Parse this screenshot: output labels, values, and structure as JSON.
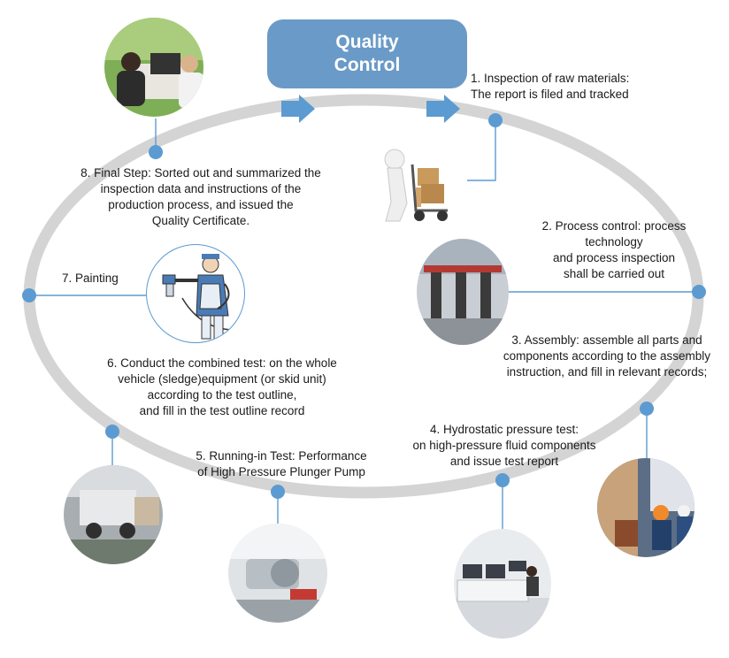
{
  "title": {
    "line1": "Quality",
    "line2": "Control"
  },
  "steps": [
    {
      "lines": [
        "1. Inspection of raw materials:",
        "The report is filed and tracked"
      ]
    },
    {
      "lines": [
        "2. Process control: process",
        "technology",
        "and process inspection",
        "shall be carried out"
      ]
    },
    {
      "lines": [
        "3. Assembly: assemble all parts and",
        "components according to the assembly",
        "instruction, and fill in relevant records;"
      ]
    },
    {
      "lines": [
        "4. Hydrostatic pressure test:",
        "on high-pressure fluid components",
        "and issue test report"
      ]
    },
    {
      "lines": [
        "5. Running-in Test: Performance",
        "of High Pressure Plunger Pump"
      ]
    },
    {
      "lines": [
        "6. Conduct the combined test:  on the whole",
        "vehicle (sledge)equipment (or skid unit)",
        "according to the test outline,",
        "and fill in the test outline record"
      ]
    },
    {
      "lines": [
        "7. Painting"
      ]
    },
    {
      "lines": [
        "8. Final Step: Sorted out and summarized the",
        "inspection data and instructions of the",
        "production process, and issued the",
        "Quality Certificate."
      ]
    }
  ],
  "icons": [
    "meeting-photo-icon",
    "hand-truck-boxes-icon",
    "factory-hall-photo-icon",
    "workers-assembly-photo-icon",
    "control-room-photo-icon",
    "pump-skid-photo-icon",
    "truck-equipment-photo-icon",
    "spray-painter-icon"
  ],
  "colors": {
    "accent": "#6a9ac7",
    "dot": "#5b9bd1",
    "ring": "#d4d4d4",
    "connector": "#5b9bd1"
  }
}
